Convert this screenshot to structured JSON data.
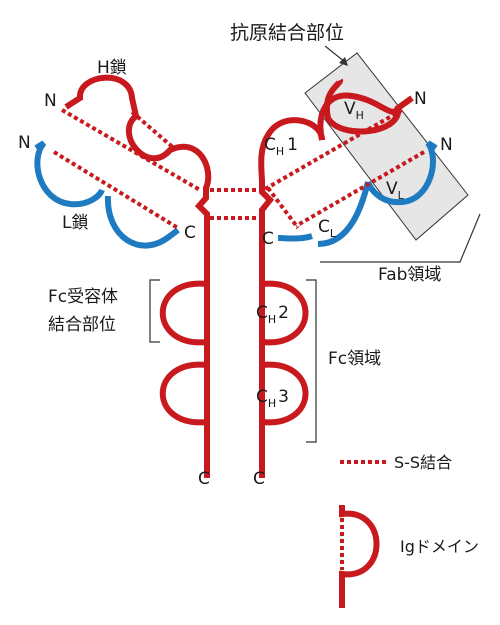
{
  "colors": {
    "heavy_chain": "#c8191e",
    "light_chain": "#1f7bc1",
    "text": "#1a1a1a",
    "fab_box_fill": "#e6e6e6"
  },
  "labels": {
    "antigen_binding_site": "抗原結合部位",
    "heavy_chain": "H鎖",
    "light_chain": "L鎖",
    "n_terminus": "N",
    "c_terminus": "C",
    "vh_main": "V",
    "vh_sub": "H",
    "vl_main": "V",
    "vl_sub": "L",
    "ch1_main": "C",
    "ch1_sub": "H",
    "ch1_num": "1",
    "cl_main": "C",
    "cl_sub": "L",
    "ch2_main": "C",
    "ch2_sub": "H",
    "ch2_num": "2",
    "ch3_main": "C",
    "ch3_sub": "H",
    "ch3_num": "3",
    "fab_region": "Fab領域",
    "fc_receptor_line1": "Fc受容体",
    "fc_receptor_line2": "結合部位",
    "fc_region": "Fc領域"
  },
  "legend": {
    "ss_bond": "S-S結合",
    "ig_domain": "Igドメイン"
  }
}
